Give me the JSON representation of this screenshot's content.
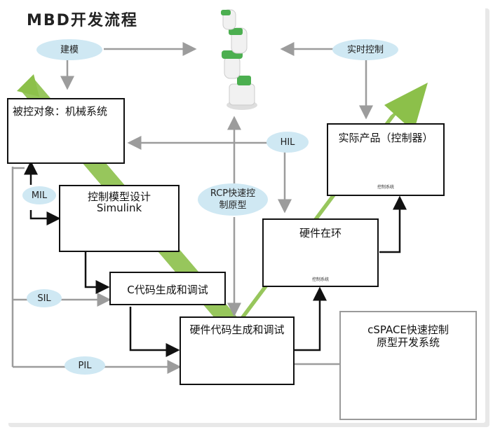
{
  "title": "MBD开发流程",
  "ovals": {
    "modeling": "建模",
    "realtime": "实时控制",
    "hil": "HIL",
    "mil": "MIL",
    "sil": "SIL",
    "pil": "PIL",
    "rcp_line1": "RCP快速控",
    "rcp_line2": "制原型"
  },
  "boxes": {
    "plant": "被控对象：机械系统",
    "model_line1": "控制模型设计",
    "model_line2": "Simulink",
    "ccode": "C代码生成和调试",
    "hwcode": "硬件代码生成和调试",
    "hil_box": "硬件在环",
    "product": "实际产品（控制器）",
    "cspace_line1": "cSPACE快速控制",
    "cspace_line2": "原型开发系统"
  },
  "device_label": "控制系统",
  "colors": {
    "green_arrow": "#8cc04a",
    "oval_fill": "#cfe8f3",
    "grey_line": "#9c9c9c",
    "black_line": "#111111"
  }
}
